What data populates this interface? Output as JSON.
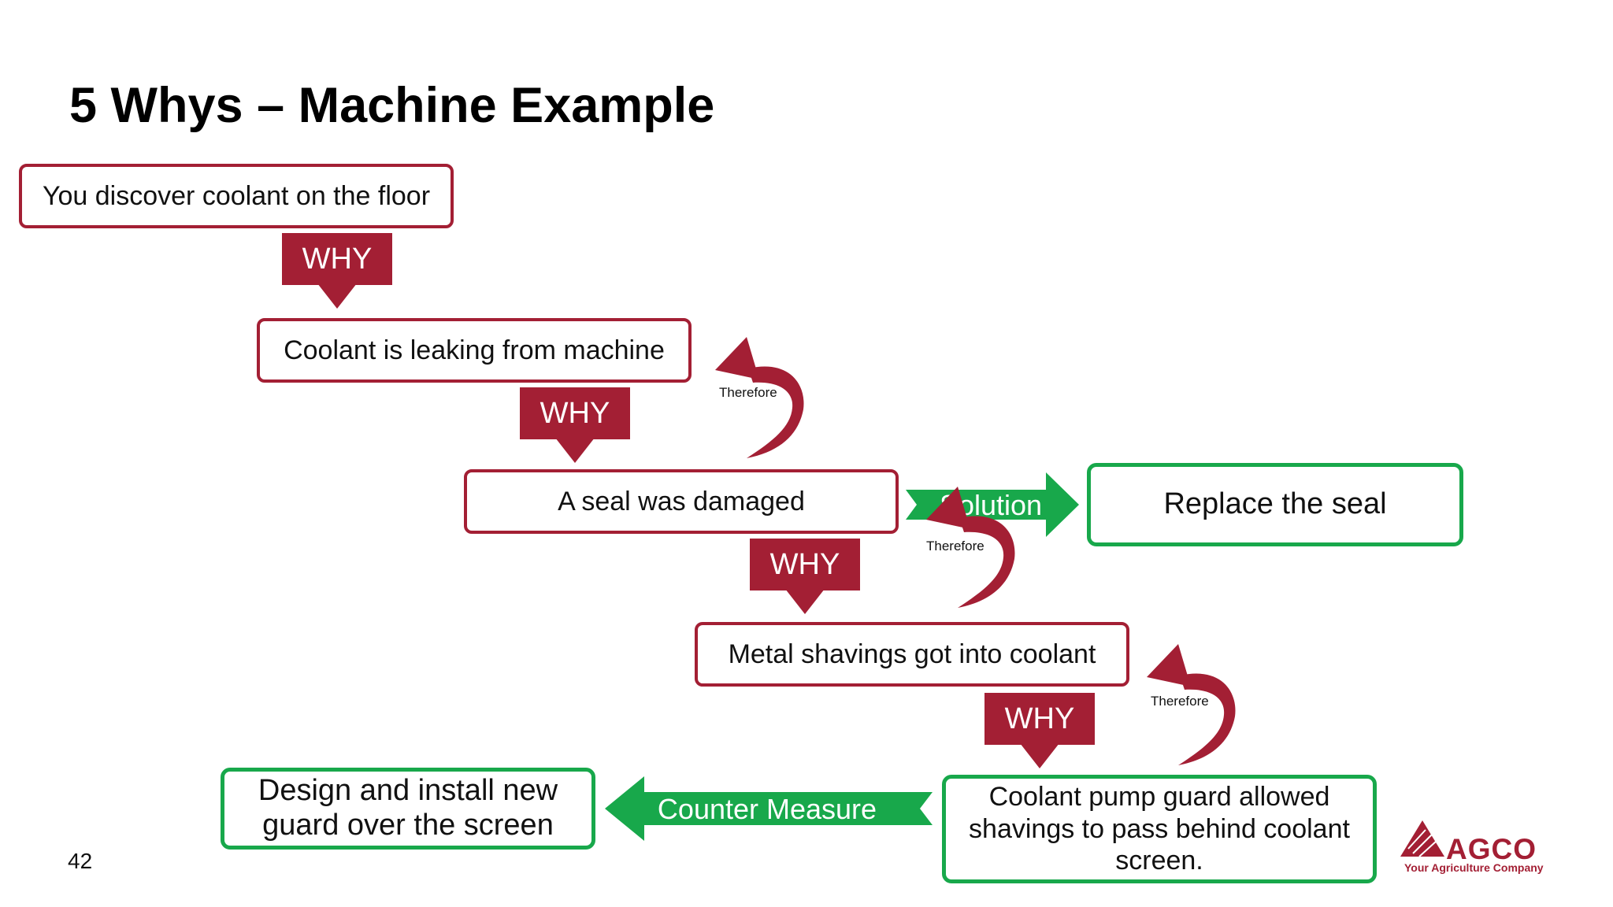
{
  "slide": {
    "title": "5 Whys – Machine Example",
    "page_number": "42"
  },
  "steps": [
    "You discover coolant on the floor",
    "Coolant is leaking from machine",
    "A seal was damaged",
    "Metal shavings got into coolant",
    "Coolant pump guard allowed shavings to pass behind coolant screen."
  ],
  "why_label": "WHY",
  "therefore_label": "Therefore",
  "solution": {
    "label": "Solution",
    "result": "Replace the seal"
  },
  "counter_measure": {
    "label": "Counter Measure",
    "result": "Design and install new guard over the screen"
  },
  "logo": {
    "brand": "AGCO",
    "tagline": "Your Agriculture Company"
  },
  "colors": {
    "accent_red": "#a31f34",
    "accent_green": "#18a84b"
  }
}
